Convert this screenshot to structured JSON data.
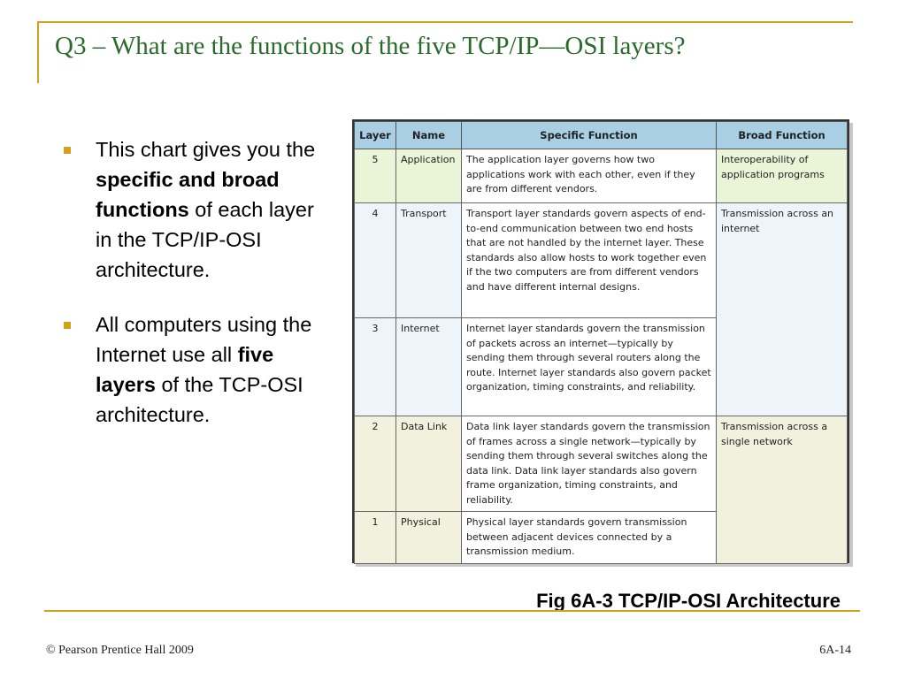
{
  "slide": {
    "title": "Q3 – What are the functions of the five TCP/IP—OSI layers?"
  },
  "bullets": [
    [
      {
        "t": "This chart gives you the ",
        "b": false
      },
      {
        "t": "specific and broad functions",
        "b": true
      },
      {
        "t": " of each layer in the TCP/IP-OSI architecture.",
        "b": false
      }
    ],
    [
      {
        "t": "All computers using the Internet use all ",
        "b": false
      },
      {
        "t": "five layers",
        "b": true
      },
      {
        "t": " of the TCP-OSI architecture.",
        "b": false
      }
    ]
  ],
  "table": {
    "headers": {
      "layer": "Layer",
      "name": "Name",
      "specific": "Specific Function",
      "broad": "Broad Function"
    },
    "rows": [
      {
        "layer": "5",
        "name": "Application",
        "specific": "The application layer governs how two applications work with each other, even if they are from different vendors."
      },
      {
        "layer": "4",
        "name": "Transport",
        "specific": "Transport layer standards govern aspects of end-to-end communication between two end hosts that are not handled by the internet layer. These standards also allow hosts to work together even if the two computers are from different vendors and have different internal designs."
      },
      {
        "layer": "3",
        "name": "Internet",
        "specific": "Internet layer standards govern the transmission of packets across an internet—typically by sending them through several routers along the route. Internet layer standards also govern packet organization, timing constraints, and reliability."
      },
      {
        "layer": "2",
        "name": "Data Link",
        "specific": "Data link layer standards govern the transmission of frames across a single network—typically by sending them through several switches along the data link. Data link layer standards also govern frame organization, timing constraints, and reliability."
      },
      {
        "layer": "1",
        "name": "Physical",
        "specific": "Physical layer standards govern transmission between adjacent devices connected by a transmission medium."
      }
    ],
    "broad": {
      "application": "Interoperability of application programs",
      "internet": "Transmission across an internet",
      "single_network": "Transmission across a single network"
    },
    "colors": {
      "header": "#a8cfe4",
      "application": "#eaf4d6",
      "internet": "#eef5fa",
      "single_network": "#f1f1dd"
    }
  },
  "figure": {
    "caption": "Fig 6A-3 TCP/IP-OSI Architecture"
  },
  "footer": {
    "copyright": "© Pearson Prentice Hall 2009",
    "page": "6A-14"
  },
  "theme": {
    "title_color": "#2a6a2a",
    "accent": "#d4a020"
  }
}
